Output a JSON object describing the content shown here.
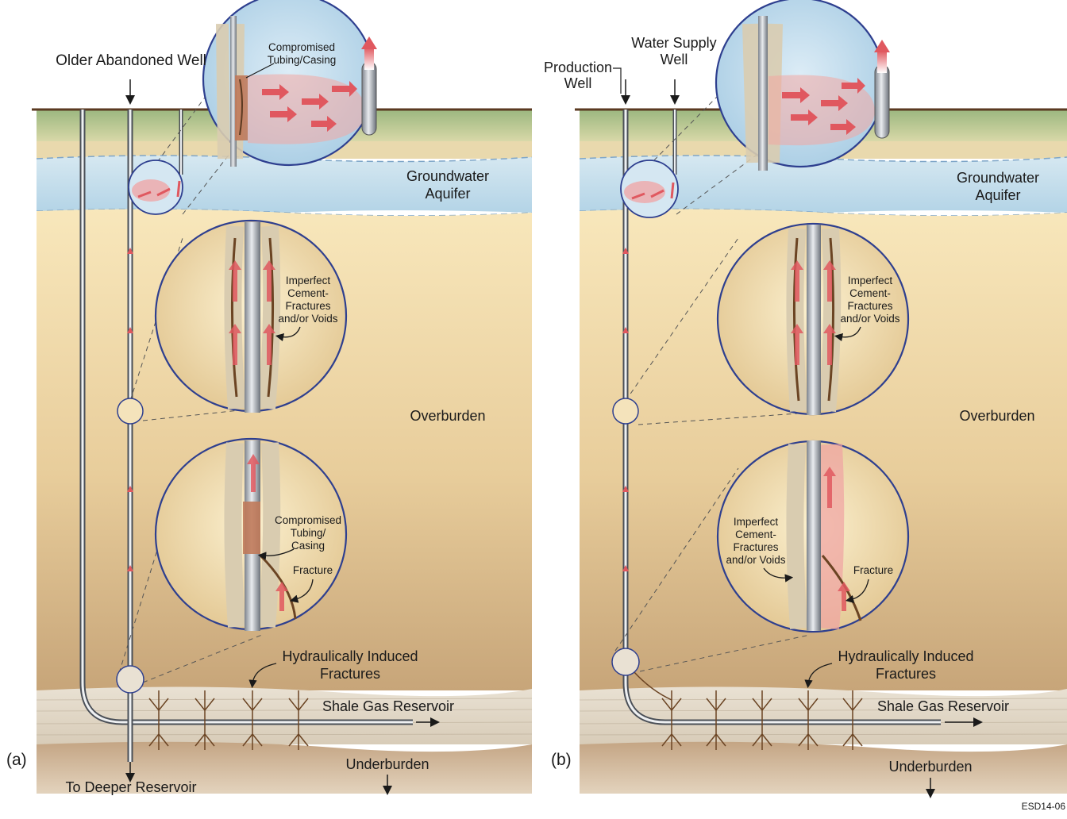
{
  "figure": {
    "code": "ESD14-06",
    "panels": [
      {
        "tag": "(a)",
        "well_label": "Older Abandoned Well",
        "aquifer": [
          "Groundwater",
          "Aquifer"
        ],
        "overburden": "Overburden",
        "fractures": [
          "Hydraulically Induced",
          "Fractures"
        ],
        "reservoir": "Shale Gas Reservoir",
        "underburden": "Underburden",
        "deeper": "To Deeper Reservoir",
        "callout_top": [
          "Compromised",
          "Tubing/Casing"
        ],
        "callout_mid": [
          "Imperfect",
          "Cement-",
          "Fractures",
          "and/or Voids"
        ],
        "callout_low_a": [
          "Compromised",
          "Tubing/",
          "Casing"
        ],
        "callout_low_b": "Fracture"
      },
      {
        "tag": "(b)",
        "well_label": [
          "Production",
          "Well"
        ],
        "supply_label": [
          "Water Supply",
          "Well"
        ],
        "aquifer": [
          "Groundwater",
          "Aquifer"
        ],
        "overburden": "Overburden",
        "fractures": [
          "Hydraulically Induced",
          "Fractures"
        ],
        "reservoir": "Shale Gas Reservoir",
        "underburden": "Underburden",
        "callout_mid": [
          "Imperfect",
          "Cement-",
          "Fractures",
          "and/or Voids"
        ],
        "callout_low_a": [
          "Imperfect",
          "Cement-",
          "Fractures",
          "and/or Voids"
        ],
        "callout_low_b": "Fracture"
      }
    ]
  },
  "colors": {
    "surface_brown": "#5b3a22",
    "grass": "#a9bf8a",
    "aquifer": "#bfdbeb",
    "overburden_top": "#f6e3b3",
    "overburden_bottom": "#c8a67a",
    "reservoir": "#ece4d6",
    "underburden": "#c9ad8e",
    "leak_red": "#e0585f",
    "callout_edge": "#2e3f8f"
  }
}
